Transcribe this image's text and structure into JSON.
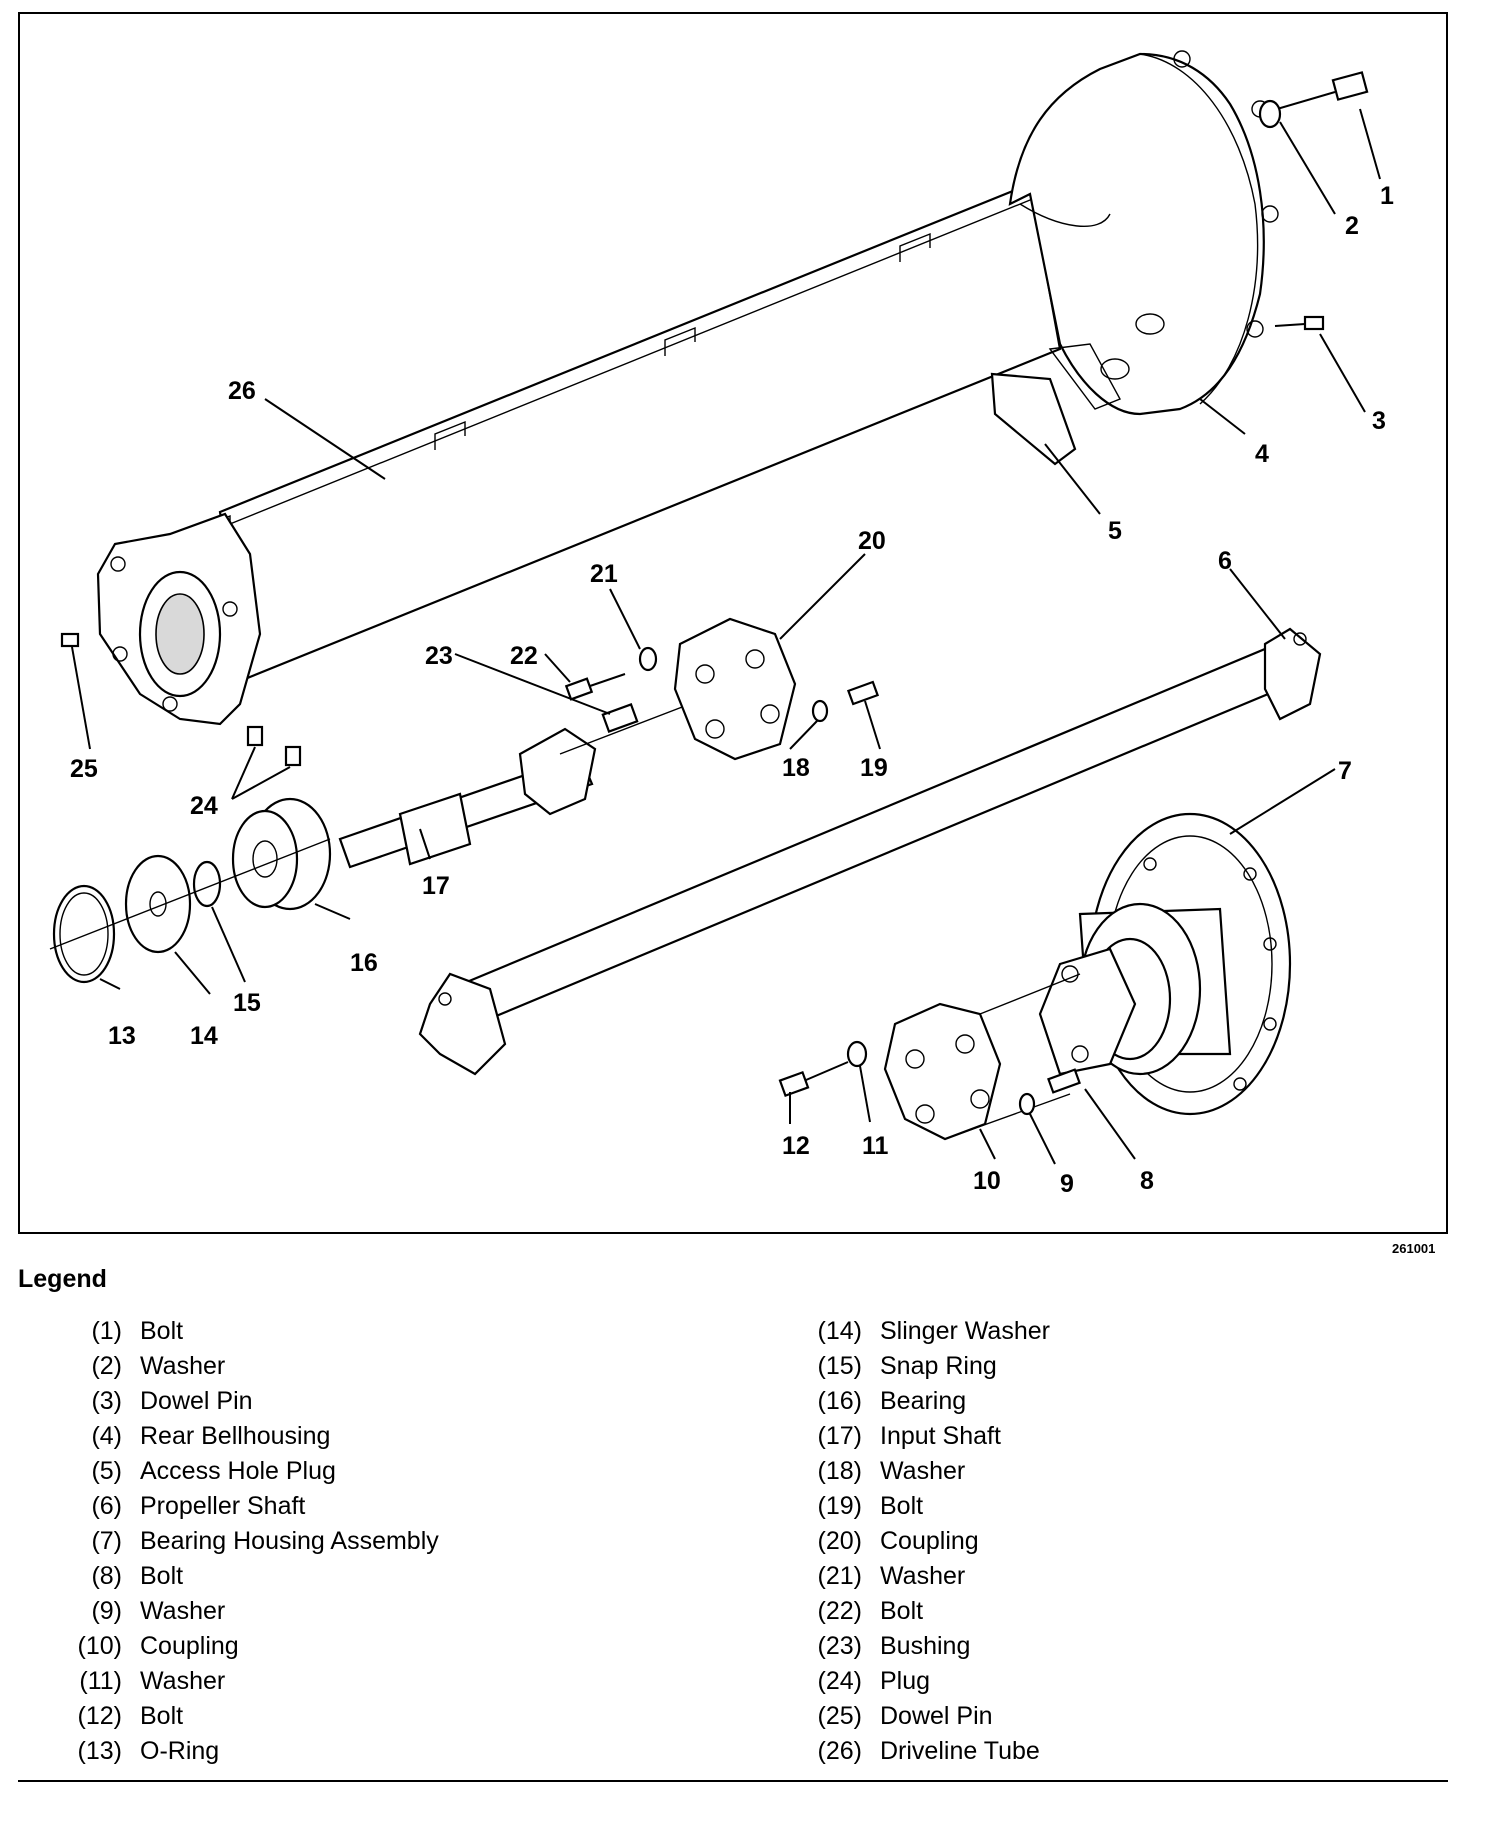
{
  "figure_number": "261001",
  "legend": {
    "title": "Legend",
    "items": [
      {
        "num": "(1)",
        "name": "Bolt"
      },
      {
        "num": "(2)",
        "name": "Washer"
      },
      {
        "num": "(3)",
        "name": "Dowel Pin"
      },
      {
        "num": "(4)",
        "name": "Rear Bellhousing"
      },
      {
        "num": "(5)",
        "name": "Access Hole Plug"
      },
      {
        "num": "(6)",
        "name": "Propeller Shaft"
      },
      {
        "num": "(7)",
        "name": "Bearing Housing Assembly"
      },
      {
        "num": "(8)",
        "name": "Bolt"
      },
      {
        "num": "(9)",
        "name": "Washer"
      },
      {
        "num": "(10)",
        "name": "Coupling"
      },
      {
        "num": "(11)",
        "name": "Washer"
      },
      {
        "num": "(12)",
        "name": "Bolt"
      },
      {
        "num": "(13)",
        "name": "O-Ring"
      },
      {
        "num": "(14)",
        "name": "Slinger Washer"
      },
      {
        "num": "(15)",
        "name": "Snap Ring"
      },
      {
        "num": "(16)",
        "name": "Bearing"
      },
      {
        "num": "(17)",
        "name": "Input Shaft"
      },
      {
        "num": "(18)",
        "name": "Washer"
      },
      {
        "num": "(19)",
        "name": "Bolt"
      },
      {
        "num": "(20)",
        "name": "Coupling"
      },
      {
        "num": "(21)",
        "name": "Washer"
      },
      {
        "num": "(22)",
        "name": "Bolt"
      },
      {
        "num": "(23)",
        "name": "Bushing"
      },
      {
        "num": "(24)",
        "name": "Plug"
      },
      {
        "num": "(25)",
        "name": "Dowel Pin"
      },
      {
        "num": "(26)",
        "name": "Driveline Tube"
      }
    ]
  },
  "callouts": [
    "1",
    "2",
    "3",
    "4",
    "5",
    "6",
    "7",
    "8",
    "9",
    "10",
    "11",
    "12",
    "13",
    "14",
    "15",
    "16",
    "17",
    "18",
    "19",
    "20",
    "21",
    "22",
    "23",
    "24",
    "25",
    "26"
  ]
}
